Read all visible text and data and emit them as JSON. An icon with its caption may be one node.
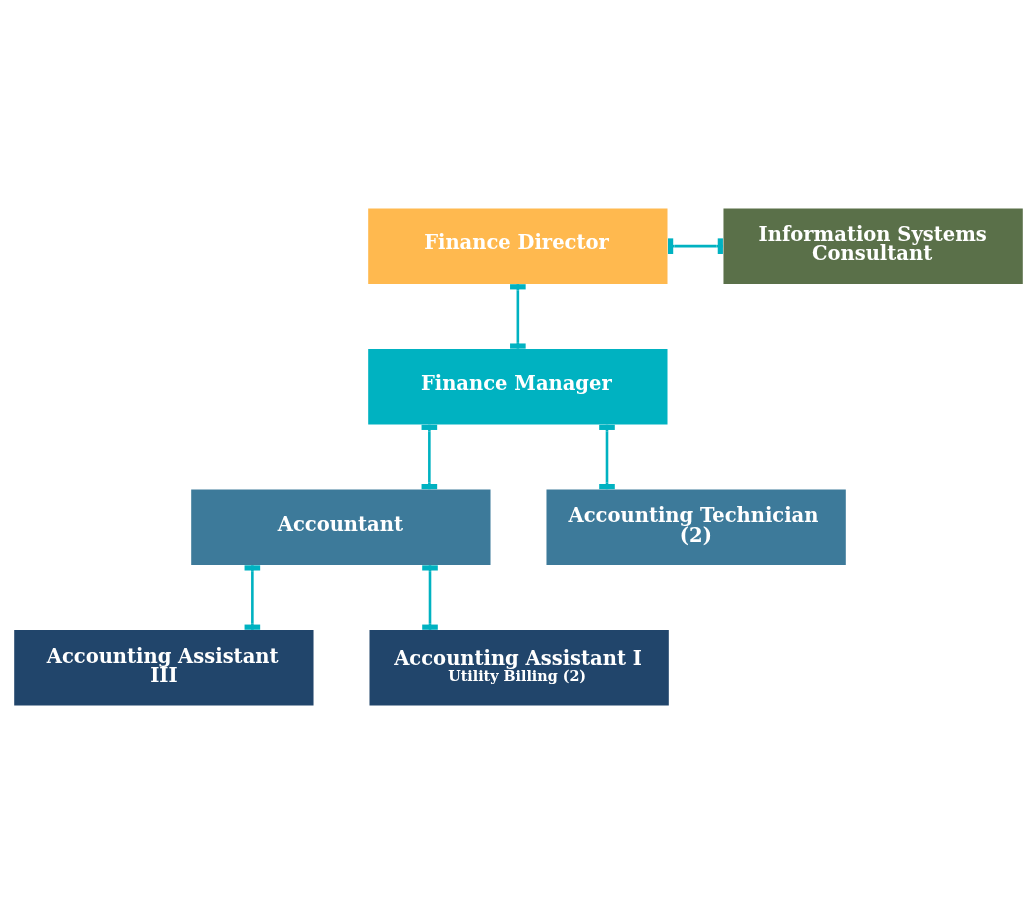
{
  "diagram": {
    "nodes": [
      {
        "text": [
          "Finance Director"
        ]
      },
      {
        "text": [
          "Information Systems Consultant"
        ]
      },
      {
        "text": [
          "Finance Manager"
        ]
      },
      {
        "text": [
          "Accountant"
        ]
      },
      {
        "text": [
          "Accounting Technician (2)"
        ]
      },
      {
        "text": [
          "Accounting Assistant III"
        ]
      },
      {
        "text": [
          "Accounting Assistant I",
          "Utility Billing (2)"
        ]
      }
    ],
    "edges": [
      {
        "from": 0,
        "to": 1,
        "arrow": "other"
      },
      {
        "from": 0,
        "to": 2,
        "arrow": "other"
      },
      {
        "from": 2,
        "to": 3,
        "arrow": "other"
      },
      {
        "from": 2,
        "to": 4,
        "arrow": "other"
      },
      {
        "from": 3,
        "to": 5,
        "arrow": "other"
      },
      {
        "from": 3,
        "to": 6,
        "arrow": "other"
      }
    ]
  }
}
